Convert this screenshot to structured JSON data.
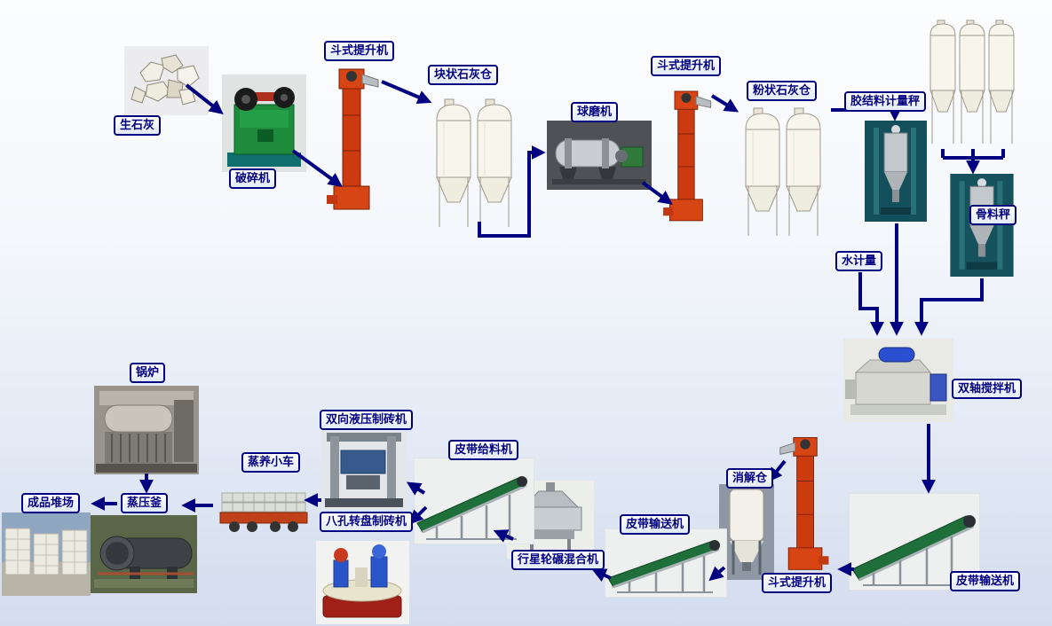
{
  "diagram": {
    "arrow_color": "#000080",
    "label_border_color": "#000080",
    "label_text_color": "#000080",
    "label_background": "#eef3fb",
    "background_top": "#fcfdfe",
    "background_bottom": "#d3dcee",
    "labels": {
      "quicklime": "生石灰",
      "crusher": "破碎机",
      "bucket_elevator_1": "斗式提升机",
      "lump_lime_silo": "块状石灰仓",
      "ball_mill": "球磨机",
      "bucket_elevator_2": "斗式提升机",
      "powder_lime_silo": "粉状石灰仓",
      "binder_metering_scale": "胶结料计量秤",
      "aggregate_scale": "骨料秤",
      "water_metering": "水计量",
      "twin_shaft_mixer": "双轴搅拌机",
      "belt_conveyor_1": "皮带输送机",
      "bucket_elevator_3": "斗式提升机",
      "digestion_silo": "消解仓",
      "belt_conveyor_2": "皮带输送机",
      "planetary_wheel_mixer": "行星轮碾混合机",
      "belt_feeder": "皮带给料机",
      "rotary_disc_brick_machine": "八孔转盘制砖机",
      "hydraulic_brick_machine": "双向液压制砖机",
      "steam_curing_trolley": "蒸养小车",
      "autoclave": "蒸压釜",
      "boiler": "锅炉",
      "finished_product_yard": "成品堆场"
    }
  }
}
